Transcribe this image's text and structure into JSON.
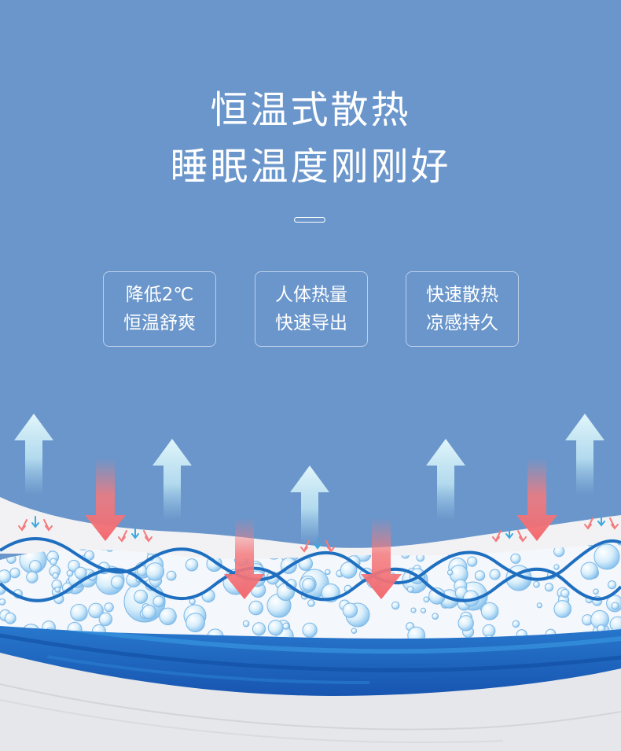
{
  "headline": {
    "line1": "恒温式散热",
    "line2": "睡眠温度刚刚好"
  },
  "features": [
    {
      "line1": "降低2℃",
      "line2": "恒温舒爽"
    },
    {
      "line1": "人体热量",
      "line2": "快速导出"
    },
    {
      "line1": "快速散热",
      "line2": "凉感持久"
    }
  ],
  "illustration": {
    "layers": [
      "cool-arrows-up",
      "heat-arrows-down",
      "white-top-layer",
      "bubble-mesh-layer",
      "blue-base-layer",
      "grey-bottom-layer"
    ]
  },
  "colors": {
    "background": "#6a96cb",
    "cool_arrow": "#d8f2fa",
    "heat_arrow": "#f47a7d",
    "wave_line": "#1f6fc1",
    "base_blue": "#1a64c3",
    "top_layer": "#f1f1f3"
  }
}
